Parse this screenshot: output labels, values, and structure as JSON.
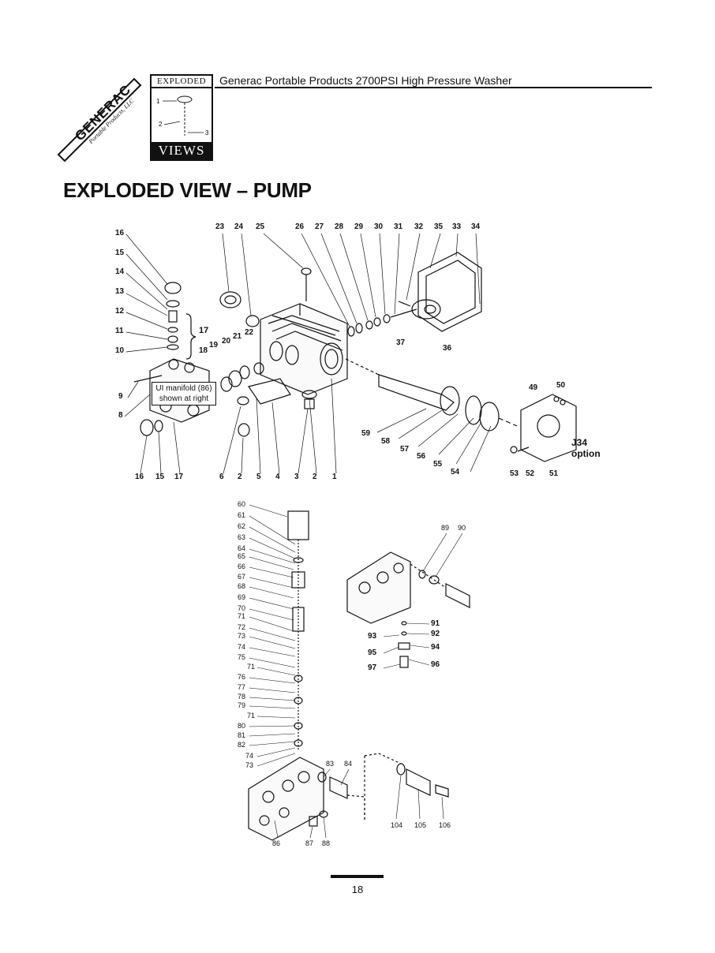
{
  "header": {
    "title": "Generac Portable Products 2700PSI High Pressure Washer"
  },
  "logo": {
    "brand": "GENERAC",
    "sub": "Portable Products, LLC"
  },
  "exploded_views_badge": {
    "top": "EXPLODED",
    "bottom": "VIEWS",
    "mini_labels": [
      "1",
      "2",
      "3"
    ]
  },
  "section_title": "EXPLODED VIEW – PUMP",
  "note": {
    "line1": "UI manifold (86)",
    "line2": "shown at right"
  },
  "option_label": {
    "line1": "J34",
    "line2": "option"
  },
  "group_bracket_label": "17",
  "callouts_top": [
    "16",
    "15",
    "14",
    "13",
    "12",
    "11",
    "10",
    "9",
    "8",
    "18",
    "19",
    "20",
    "21",
    "22",
    "23",
    "24",
    "25",
    "26",
    "27",
    "28",
    "29",
    "30",
    "31",
    "32",
    "35",
    "33",
    "34",
    "37",
    "36",
    "49",
    "50",
    "59",
    "58",
    "57",
    "56",
    "55",
    "54",
    "53",
    "52",
    "51",
    "16",
    "15",
    "17",
    "6",
    "2",
    "5",
    "4",
    "3",
    "2",
    "1"
  ],
  "callouts_lower": [
    "60",
    "61",
    "62",
    "63",
    "64",
    "65",
    "66",
    "67",
    "68",
    "69",
    "70",
    "71",
    "72",
    "73",
    "74",
    "75",
    "71",
    "76",
    "77",
    "78",
    "79",
    "71",
    "80",
    "81",
    "82",
    "74",
    "73",
    "83",
    "84",
    "86",
    "87",
    "88",
    "104",
    "105",
    "106",
    "89",
    "90",
    "91",
    "92",
    "93",
    "94",
    "95",
    "96",
    "97"
  ],
  "page_number": "18"
}
